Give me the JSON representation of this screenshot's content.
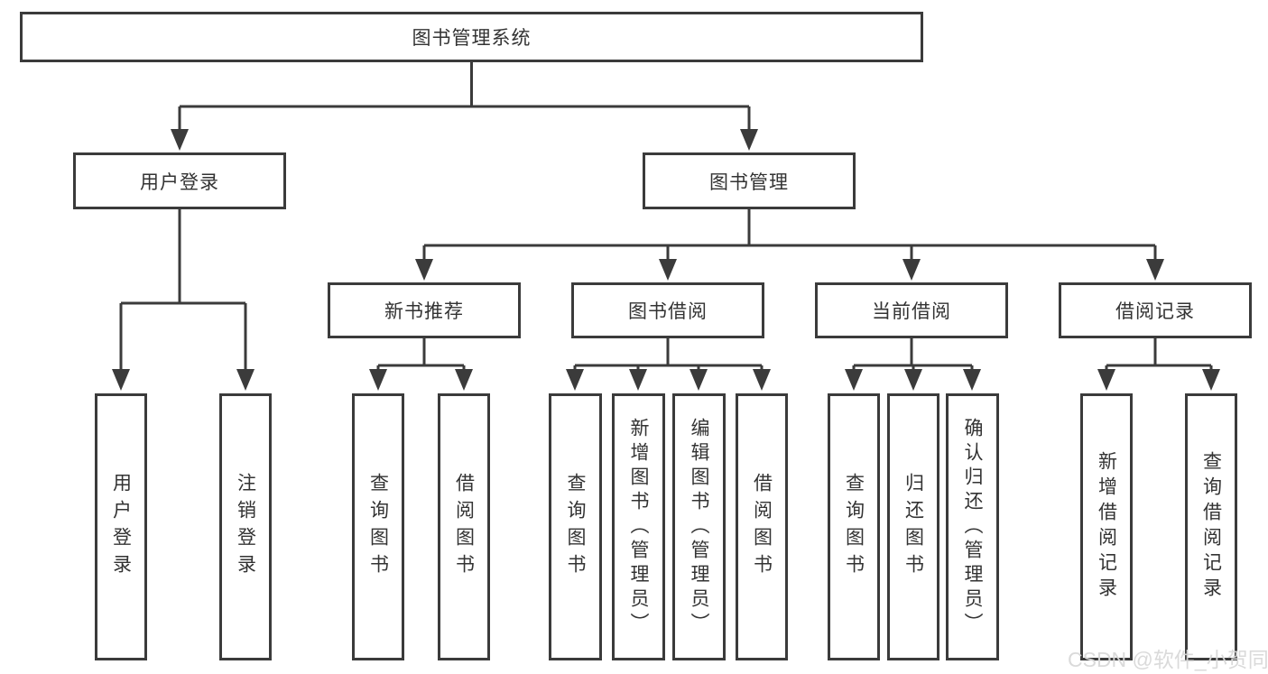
{
  "tree": {
    "root": {
      "label": "图书管理系统",
      "children": [
        {
          "label": "用户登录",
          "children": [
            {
              "label": "用户登录"
            },
            {
              "label": "注销登录"
            }
          ]
        },
        {
          "label": "图书管理",
          "children": [
            {
              "label": "新书推荐",
              "children": [
                {
                  "label": "查询图书"
                },
                {
                  "label": "借阅图书"
                }
              ]
            },
            {
              "label": "图书借阅",
              "children": [
                {
                  "label": "查询图书"
                },
                {
                  "label": "新增图书（管理员）"
                },
                {
                  "label": "编辑图书（管理员）"
                },
                {
                  "label": "借阅图书"
                }
              ]
            },
            {
              "label": "当前借阅",
              "children": [
                {
                  "label": "查询图书"
                },
                {
                  "label": "归还图书"
                },
                {
                  "label": "确认归还（管理员）"
                }
              ]
            },
            {
              "label": "借阅记录",
              "children": [
                {
                  "label": "新增借阅记录"
                },
                {
                  "label": "查询借阅记录"
                }
              ]
            }
          ]
        }
      ]
    }
  },
  "watermark": "CSDN @软件_小贺同学",
  "colors": {
    "line": "#3b3b3b",
    "text": "#333333",
    "background": "#ffffff",
    "watermark": "#d8d8d8"
  }
}
